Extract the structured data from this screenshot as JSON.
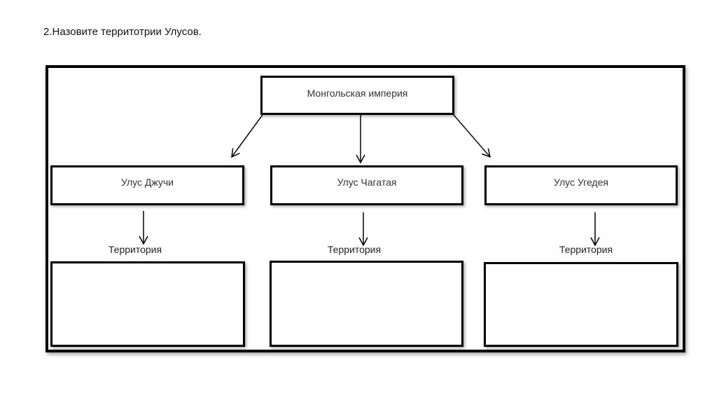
{
  "question": "2.Назовите территотрии Улусов.",
  "root": "Монгольская империя",
  "uluses": [
    {
      "name": "Улус Джучи",
      "territory_label": "Территория",
      "territory_value": ""
    },
    {
      "name": "Улус Чагатая",
      "territory_label": "Территория",
      "territory_value": ""
    },
    {
      "name": "Улус Угедея",
      "territory_label": "Территория",
      "territory_value": ""
    }
  ]
}
